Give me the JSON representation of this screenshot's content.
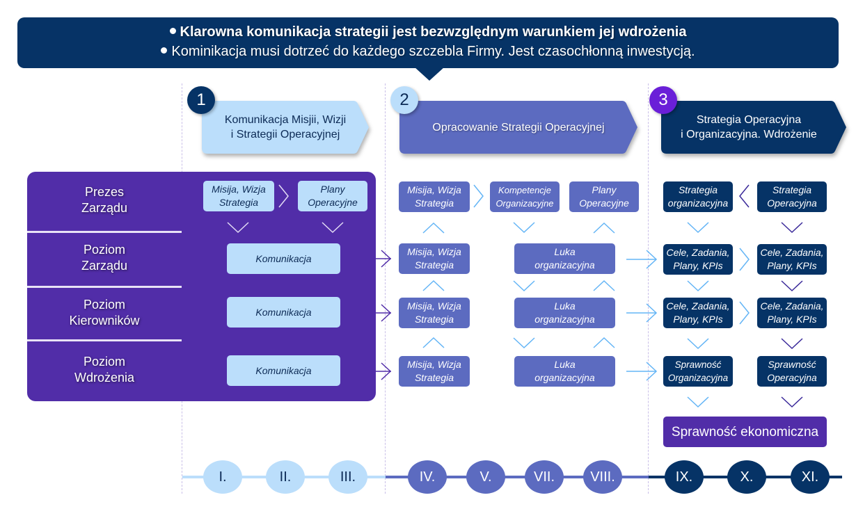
{
  "banner": {
    "line1": "Klarowna komunikacja strategii jest bezwzględnym warunkiem jej wdrożenia",
    "line2": "Kominikacja musi dotrzeć do każdego szczebla Firmy. Jest czasochłonną inwestycją."
  },
  "phases": [
    {
      "number": "1",
      "title_line1": "Komunikacja Misjii, Wizji",
      "title_line2": "i Strategii Operacyjnej"
    },
    {
      "number": "2",
      "title_line1": "Opracowanie Strategii Operacyjnej",
      "title_line2": ""
    },
    {
      "number": "3",
      "title_line1": "Strategia Operacyjna",
      "title_line2": "i Organizacyjna. Wdrożenie"
    }
  ],
  "levels": [
    {
      "line1": "Prezes",
      "line2": "Zarządu"
    },
    {
      "line1": "Poziom",
      "line2": "Zarządu"
    },
    {
      "line1": "Poziom",
      "line2": "Kierowników"
    },
    {
      "line1": "Poziom",
      "line2": "Wdrożenia"
    }
  ],
  "phase1_boxes": {
    "mission": {
      "line1": "Misija, Wizja",
      "line2": "Strategia"
    },
    "plans": {
      "line1": "Plany",
      "line2": "Operacyjne"
    },
    "communication": "Komunikacja"
  },
  "phase2_boxes": {
    "mission": {
      "line1": "Misija, Wizja",
      "line2": "Strategia"
    },
    "competences": {
      "line1": "Kompetencje",
      "line2": "Organizacyjne"
    },
    "plans": {
      "line1": "Plany",
      "line2": "Operacyjne"
    },
    "gap": {
      "line1": "Luka",
      "line2": "organizacyjna"
    }
  },
  "phase3_boxes": {
    "org_strategy": {
      "line1": "Strategia",
      "line2": "organizacyjna"
    },
    "op_strategy": {
      "line1": "Strategia",
      "line2": "Operacyjna"
    },
    "goals": {
      "line1": "Cele, Zadania,",
      "line2": "Plany, KPIs"
    },
    "org_efficiency": {
      "line1": "Sprawność",
      "line2": "Organizacyjna"
    },
    "op_efficiency": {
      "line1": "Sprawność",
      "line2": "Operacyjna"
    },
    "economic": "Sprawność ekonomiczna"
  },
  "timeline": [
    "I.",
    "II.",
    "III.",
    "IV.",
    "V.",
    "VII.",
    "VIII.",
    "IX.",
    "X.",
    "XI."
  ],
  "colors": {
    "navy": "#063366",
    "light_blue": "#bbdefb",
    "indigo": "#5c6bc0",
    "purple": "#512da8",
    "violet_badge": "#6a1fd8",
    "arrow_light": "#64b5f6"
  }
}
